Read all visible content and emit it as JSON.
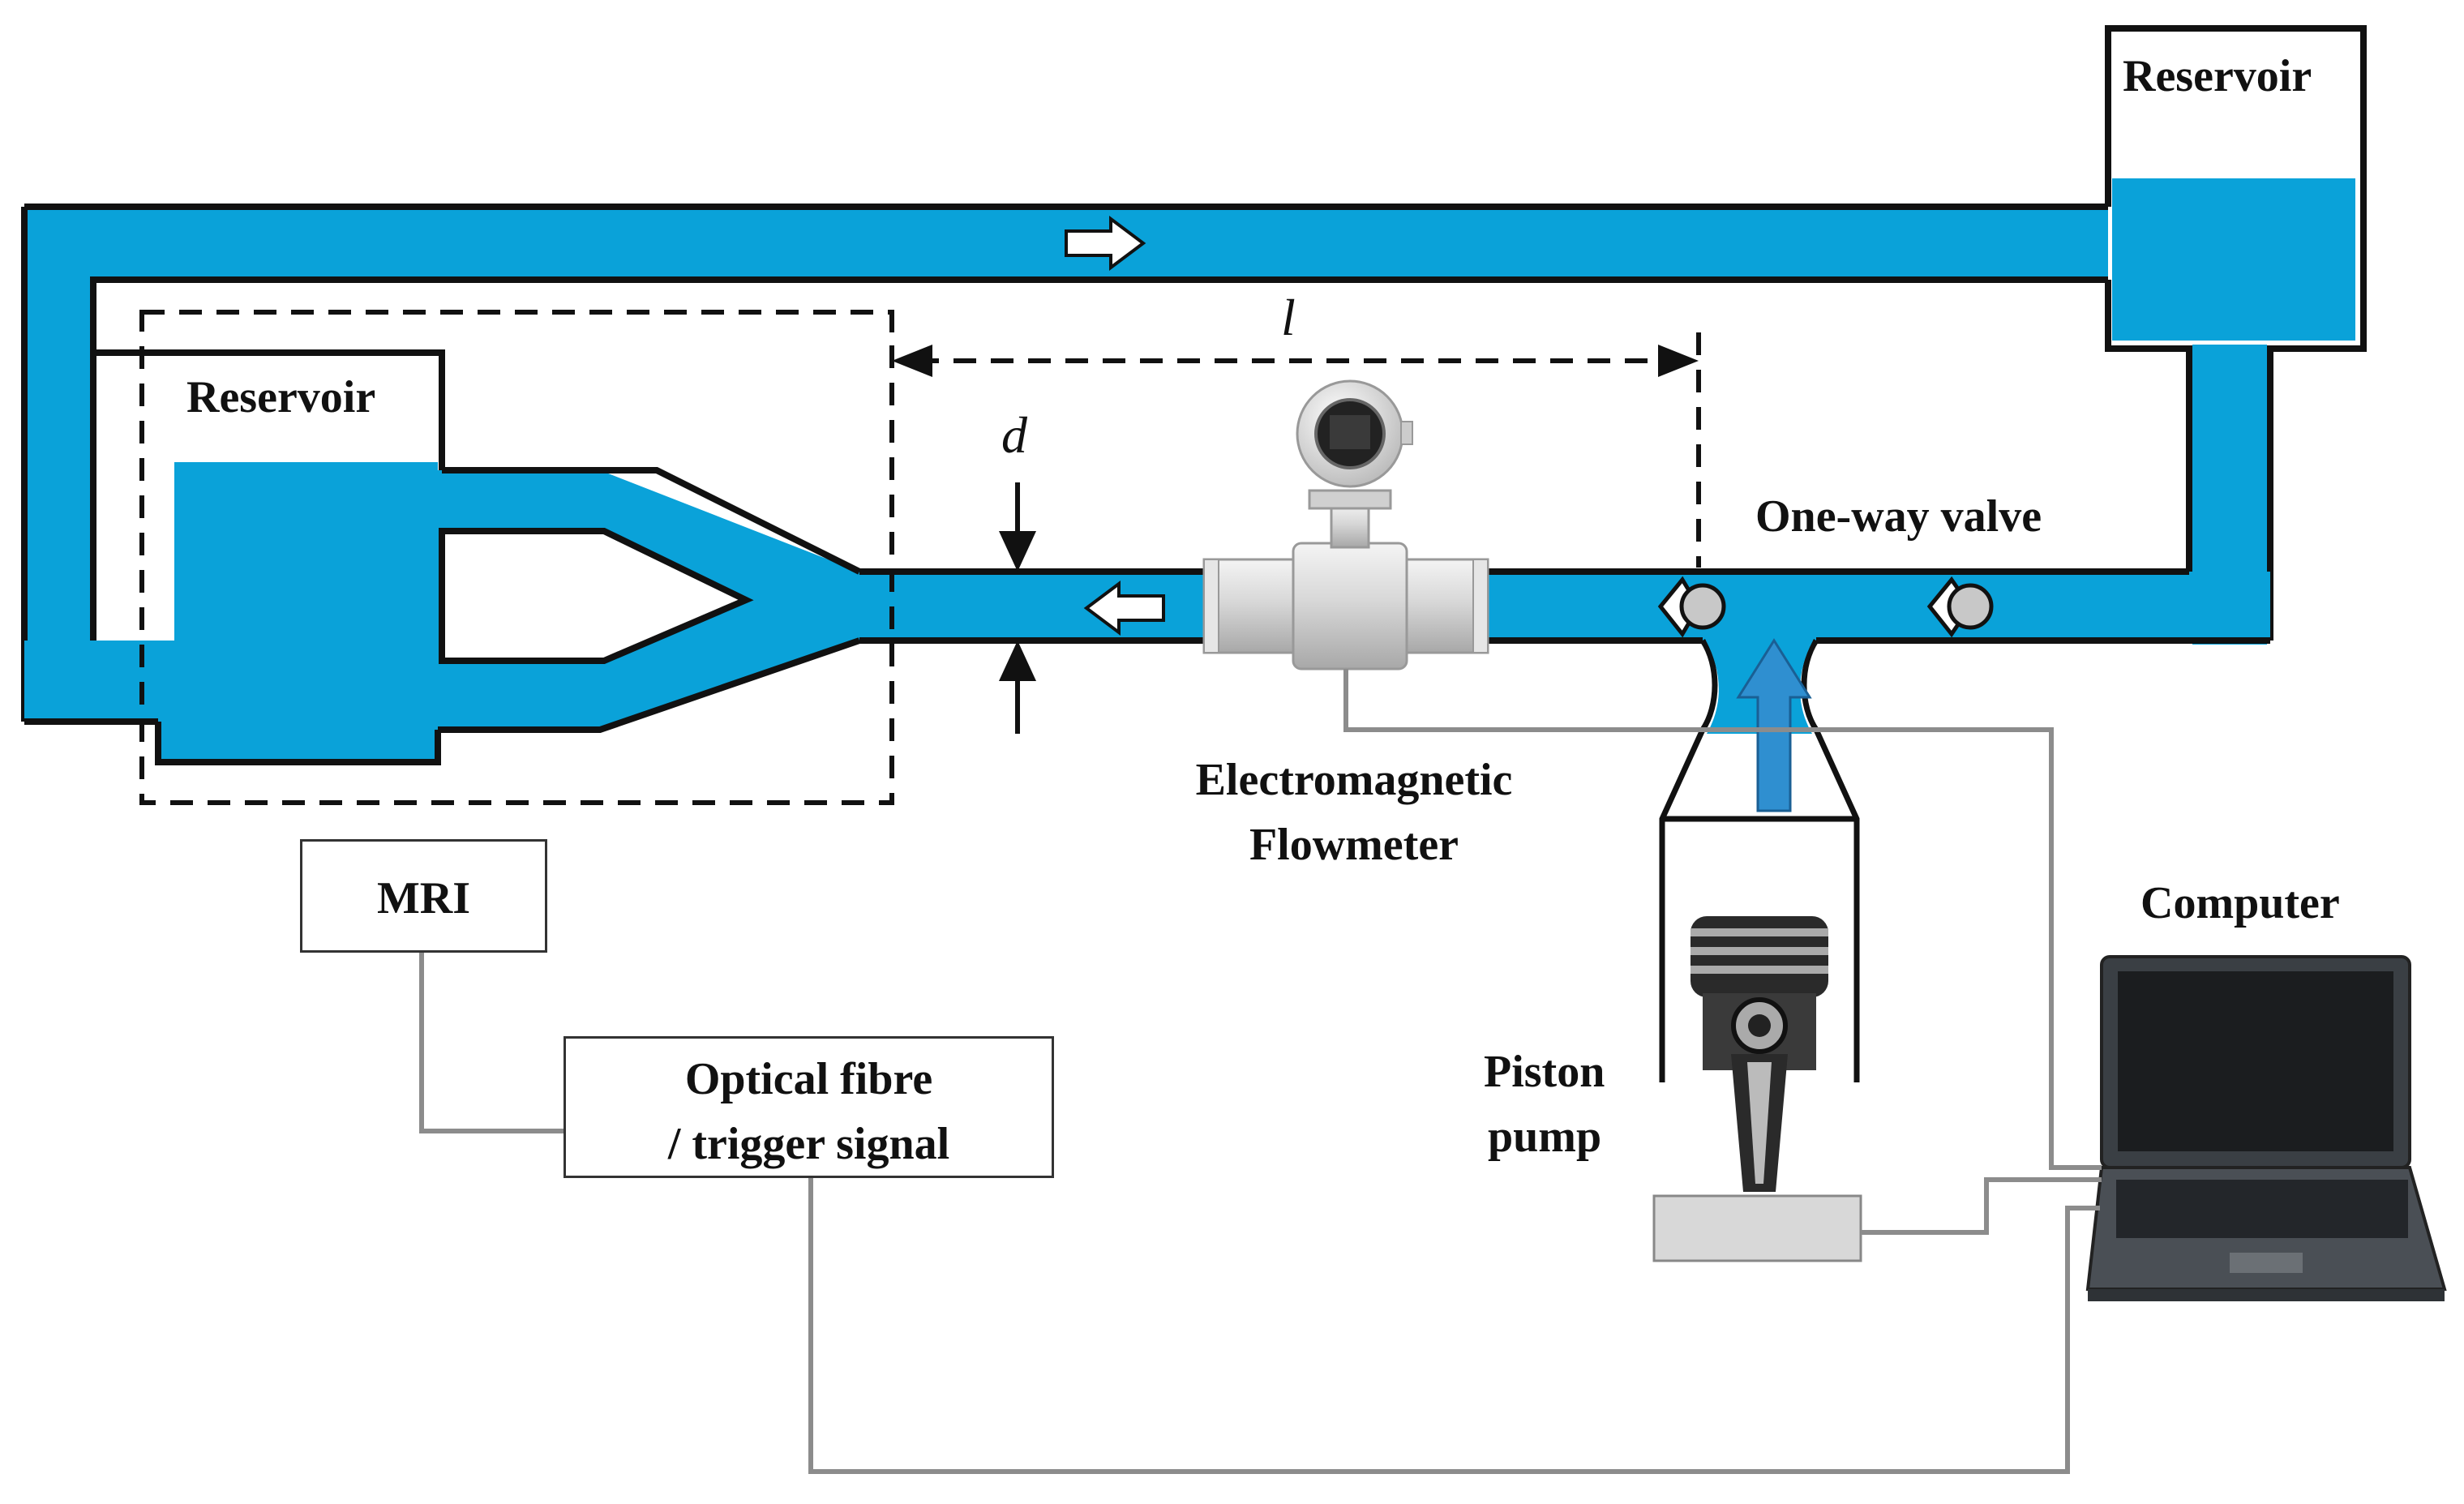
{
  "labels": {
    "reservoir_right": "Reservoir",
    "reservoir_left": "Reservoir",
    "length_symbol": "l",
    "diameter_symbol": "d",
    "one_way_valve": "One-way valve",
    "flowmeter_line1": "Electromagnetic",
    "flowmeter_line2": "Flowmeter",
    "computer": "Computer",
    "mri": "MRI",
    "optical_line1": "Optical fibre",
    "optical_line2": "/ trigger signal",
    "piston_line1": "Piston",
    "piston_line2": "pump"
  },
  "colors": {
    "water": "#0aa2d9",
    "pipe_outline": "#111111",
    "wire": "#8c8c8c",
    "flow_arrow": "#2f8fd0",
    "background": "#ffffff"
  },
  "icons": [
    "flow-arrow-right-icon",
    "flow-arrow-left-icon",
    "flowmeter-icon",
    "valve-icon",
    "piston-icon",
    "laptop-icon"
  ]
}
